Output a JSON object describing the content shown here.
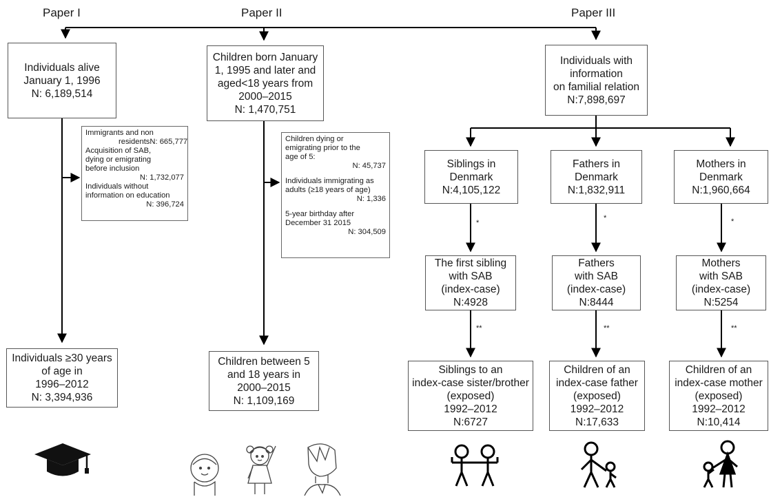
{
  "headers": {
    "paper1": "Paper I",
    "paper2": "Paper II",
    "paper3": "Paper III"
  },
  "paper1": {
    "top": [
      "Individuals alive",
      "January 1, 1996",
      "N: 6,189,514"
    ],
    "excl": {
      "l1": "Immigrants and non",
      "l2a": "residents",
      "l2b": "N: 665,777",
      "l3": "Acquisition of SAB,",
      "l4": "dying or emigrating",
      "l5": "before inclusion",
      "l6": "N: 1,732,077",
      "l7": "Individuals without",
      "l8": "information on education",
      "l9": "N: 396,724"
    },
    "bottom": [
      "Individuals ≥30 years",
      "of age in",
      "1996–2012",
      "N: 3,394,936"
    ]
  },
  "paper2": {
    "top": [
      "Children born January",
      "1, 1995 and later and",
      "aged<18 years from",
      "2000–2015",
      "N: 1,470,751"
    ],
    "excl": {
      "l1": "Children dying or",
      "l2": "emigrating prior to the",
      "l3": "age of 5:",
      "l4": "N: 45,737",
      "l5": "Individuals immigrating as",
      "l6": "adults (≥18 years of age)",
      "l7": "N: 1,336",
      "l8": "5-year birthday after",
      "l9": "December 31 2015",
      "l10": "N: 304,509"
    },
    "bottom": [
      "Children between 5",
      "and 18 years in",
      "2000–2015",
      "N: 1,109,169"
    ]
  },
  "paper3": {
    "top": [
      "Individuals with",
      "information",
      "on familial relation",
      "N:7,898,697"
    ],
    "siblings": {
      "l1": [
        "Siblings in",
        "Denmark",
        "N:4,105,122"
      ],
      "l2": [
        "The first sibling",
        "with SAB",
        "(index-case)",
        "N:4928"
      ],
      "l3": [
        "Siblings to an",
        "index-case sister/brother",
        "(exposed)",
        "1992–2012",
        "N:6727"
      ]
    },
    "fathers": {
      "l1": [
        "Fathers in",
        "Denmark",
        "N:1,832,911"
      ],
      "l2": [
        "Fathers",
        "with SAB",
        "(index-case)",
        "N:8444"
      ],
      "l3": [
        "Children of an",
        "index-case father",
        "(exposed)",
        "1992–2012",
        "N:17,633"
      ]
    },
    "mothers": {
      "l1": [
        "Mothers in",
        "Denmark",
        "N:1,960,664"
      ],
      "l2": [
        "Mothers",
        "with SAB",
        "(index-case)",
        "N:5254"
      ],
      "l3": [
        "Children of an",
        "index-case mother",
        "(exposed)",
        "1992–2012",
        "N:10,414"
      ]
    },
    "star1": "*",
    "star2": "**"
  },
  "icons": [
    "graduation-cap-icon",
    "children-icon",
    "siblings-icon",
    "father-child-icon",
    "mother-child-icon"
  ]
}
